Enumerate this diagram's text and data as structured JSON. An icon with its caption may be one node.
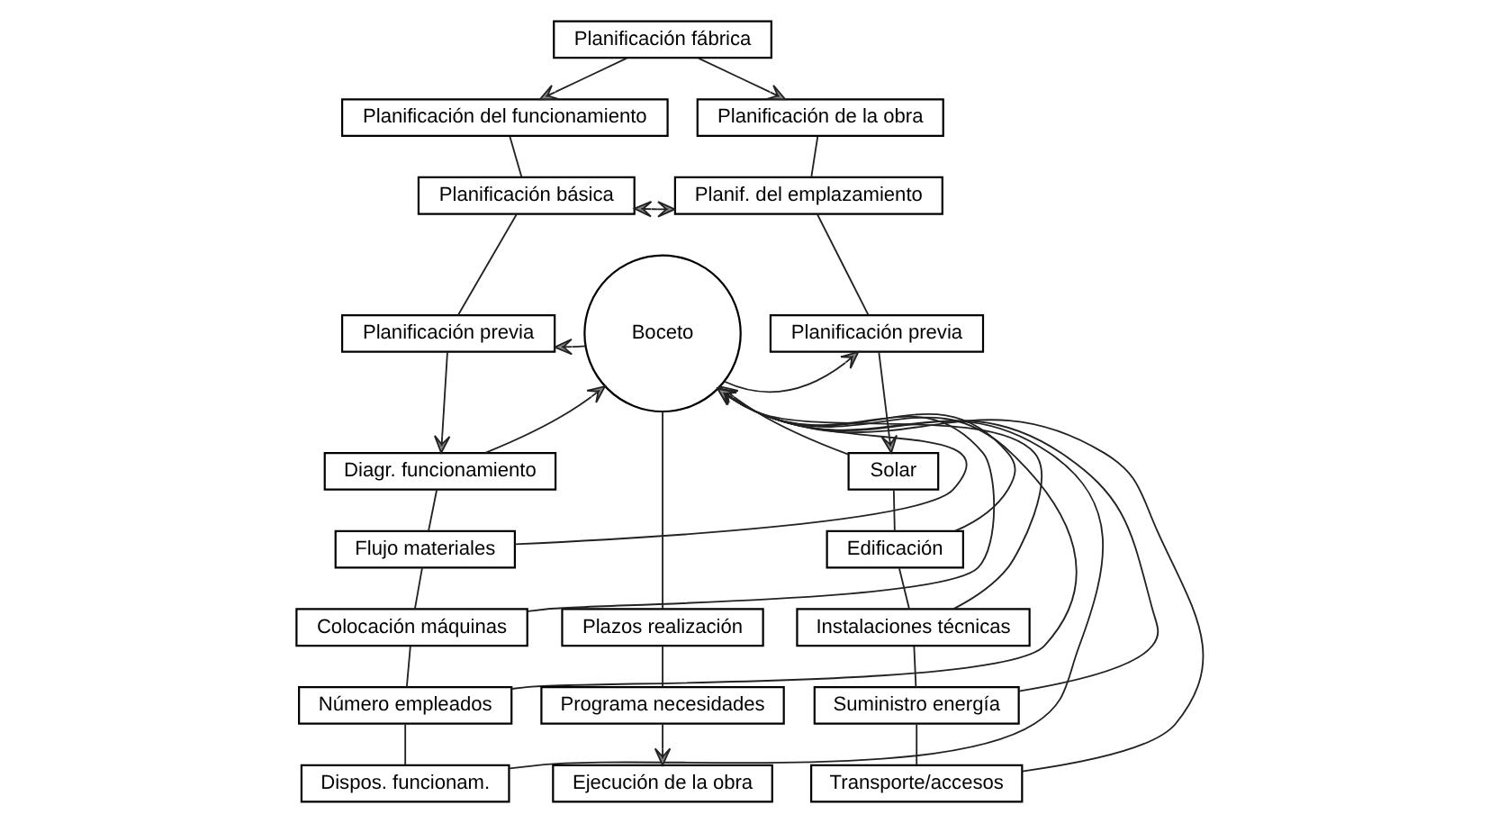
{
  "diagram": {
    "nodes": [
      {
        "text": [
          "Planificación fábrica"
        ]
      },
      {
        "text": [
          "Planificación del funcionamiento"
        ]
      },
      {
        "text": [
          "Planificación de la obra"
        ]
      },
      {
        "text": [
          "Planificación básica"
        ]
      },
      {
        "text": [
          "Planificación previa"
        ]
      },
      {
        "text": [
          "Boceto"
        ]
      },
      {
        "text": [
          "Planif. del emplazamiento"
        ]
      },
      {
        "text": [
          "Planificación previa"
        ]
      },
      {
        "text": [
          "Diagr. funcionamiento"
        ]
      },
      {
        "text": [
          "Flujo materiales"
        ]
      },
      {
        "text": [
          "Colocación máquinas"
        ]
      },
      {
        "text": [
          "Número empleados"
        ]
      },
      {
        "text": [
          "Dispos. funcionam."
        ]
      },
      {
        "text": [
          "Plazos realización"
        ]
      },
      {
        "text": [
          "Programa necesidades"
        ]
      },
      {
        "text": [
          "Ejecución de la obra"
        ]
      },
      {
        "text": [
          "Solar"
        ]
      },
      {
        "text": [
          "Edificación"
        ]
      },
      {
        "text": [
          "Instalaciones técnicas"
        ]
      },
      {
        "text": [
          "Suministro energía"
        ]
      },
      {
        "text": [
          "Transporte/accesos"
        ]
      }
    ],
    "edges": [
      {
        "from": 0,
        "to": 1,
        "arrow": "to"
      },
      {
        "from": 0,
        "to": 2,
        "arrow": "to"
      },
      {
        "from": 1,
        "to": 3,
        "arrow": "none"
      },
      {
        "from": 3,
        "to": 4,
        "arrow": "none"
      },
      {
        "from": 3,
        "to": 6,
        "arrow": "both"
      },
      {
        "from": 5,
        "to": 4,
        "arrow": "to"
      },
      {
        "from": 5,
        "to": 7,
        "arrow": "to"
      },
      {
        "from": 2,
        "to": 6,
        "arrow": "none"
      },
      {
        "from": 6,
        "to": 7,
        "arrow": "none"
      },
      {
        "from": 4,
        "to": 8,
        "arrow": "to"
      },
      {
        "from": 8,
        "to": 9,
        "arrow": "none"
      },
      {
        "from": 9,
        "to": 10,
        "arrow": "none"
      },
      {
        "from": 10,
        "to": 11,
        "arrow": "none"
      },
      {
        "from": 11,
        "to": 12,
        "arrow": "none"
      },
      {
        "from": 7,
        "to": 16,
        "arrow": "to"
      },
      {
        "from": 16,
        "to": 17,
        "arrow": "none"
      },
      {
        "from": 17,
        "to": 18,
        "arrow": "none"
      },
      {
        "from": 18,
        "to": 19,
        "arrow": "none"
      },
      {
        "from": 19,
        "to": 20,
        "arrow": "none"
      },
      {
        "from": 8,
        "to": 5,
        "arrow": "to"
      },
      {
        "from": 9,
        "to": 5,
        "arrow": "to"
      },
      {
        "from": 10,
        "to": 5,
        "arrow": "to"
      },
      {
        "from": 11,
        "to": 5,
        "arrow": "to"
      },
      {
        "from": 12,
        "to": 5,
        "arrow": "to"
      },
      {
        "from": 16,
        "to": 5,
        "arrow": "to"
      },
      {
        "from": 17,
        "to": 5,
        "arrow": "to"
      },
      {
        "from": 18,
        "to": 5,
        "arrow": "to"
      },
      {
        "from": 19,
        "to": 5,
        "arrow": "to"
      },
      {
        "from": 20,
        "to": 5,
        "arrow": "to"
      },
      {
        "from": 5,
        "to": 13,
        "arrow": "none"
      },
      {
        "from": 13,
        "to": 14,
        "arrow": "none"
      },
      {
        "from": 14,
        "to": 15,
        "arrow": "to"
      }
    ]
  }
}
